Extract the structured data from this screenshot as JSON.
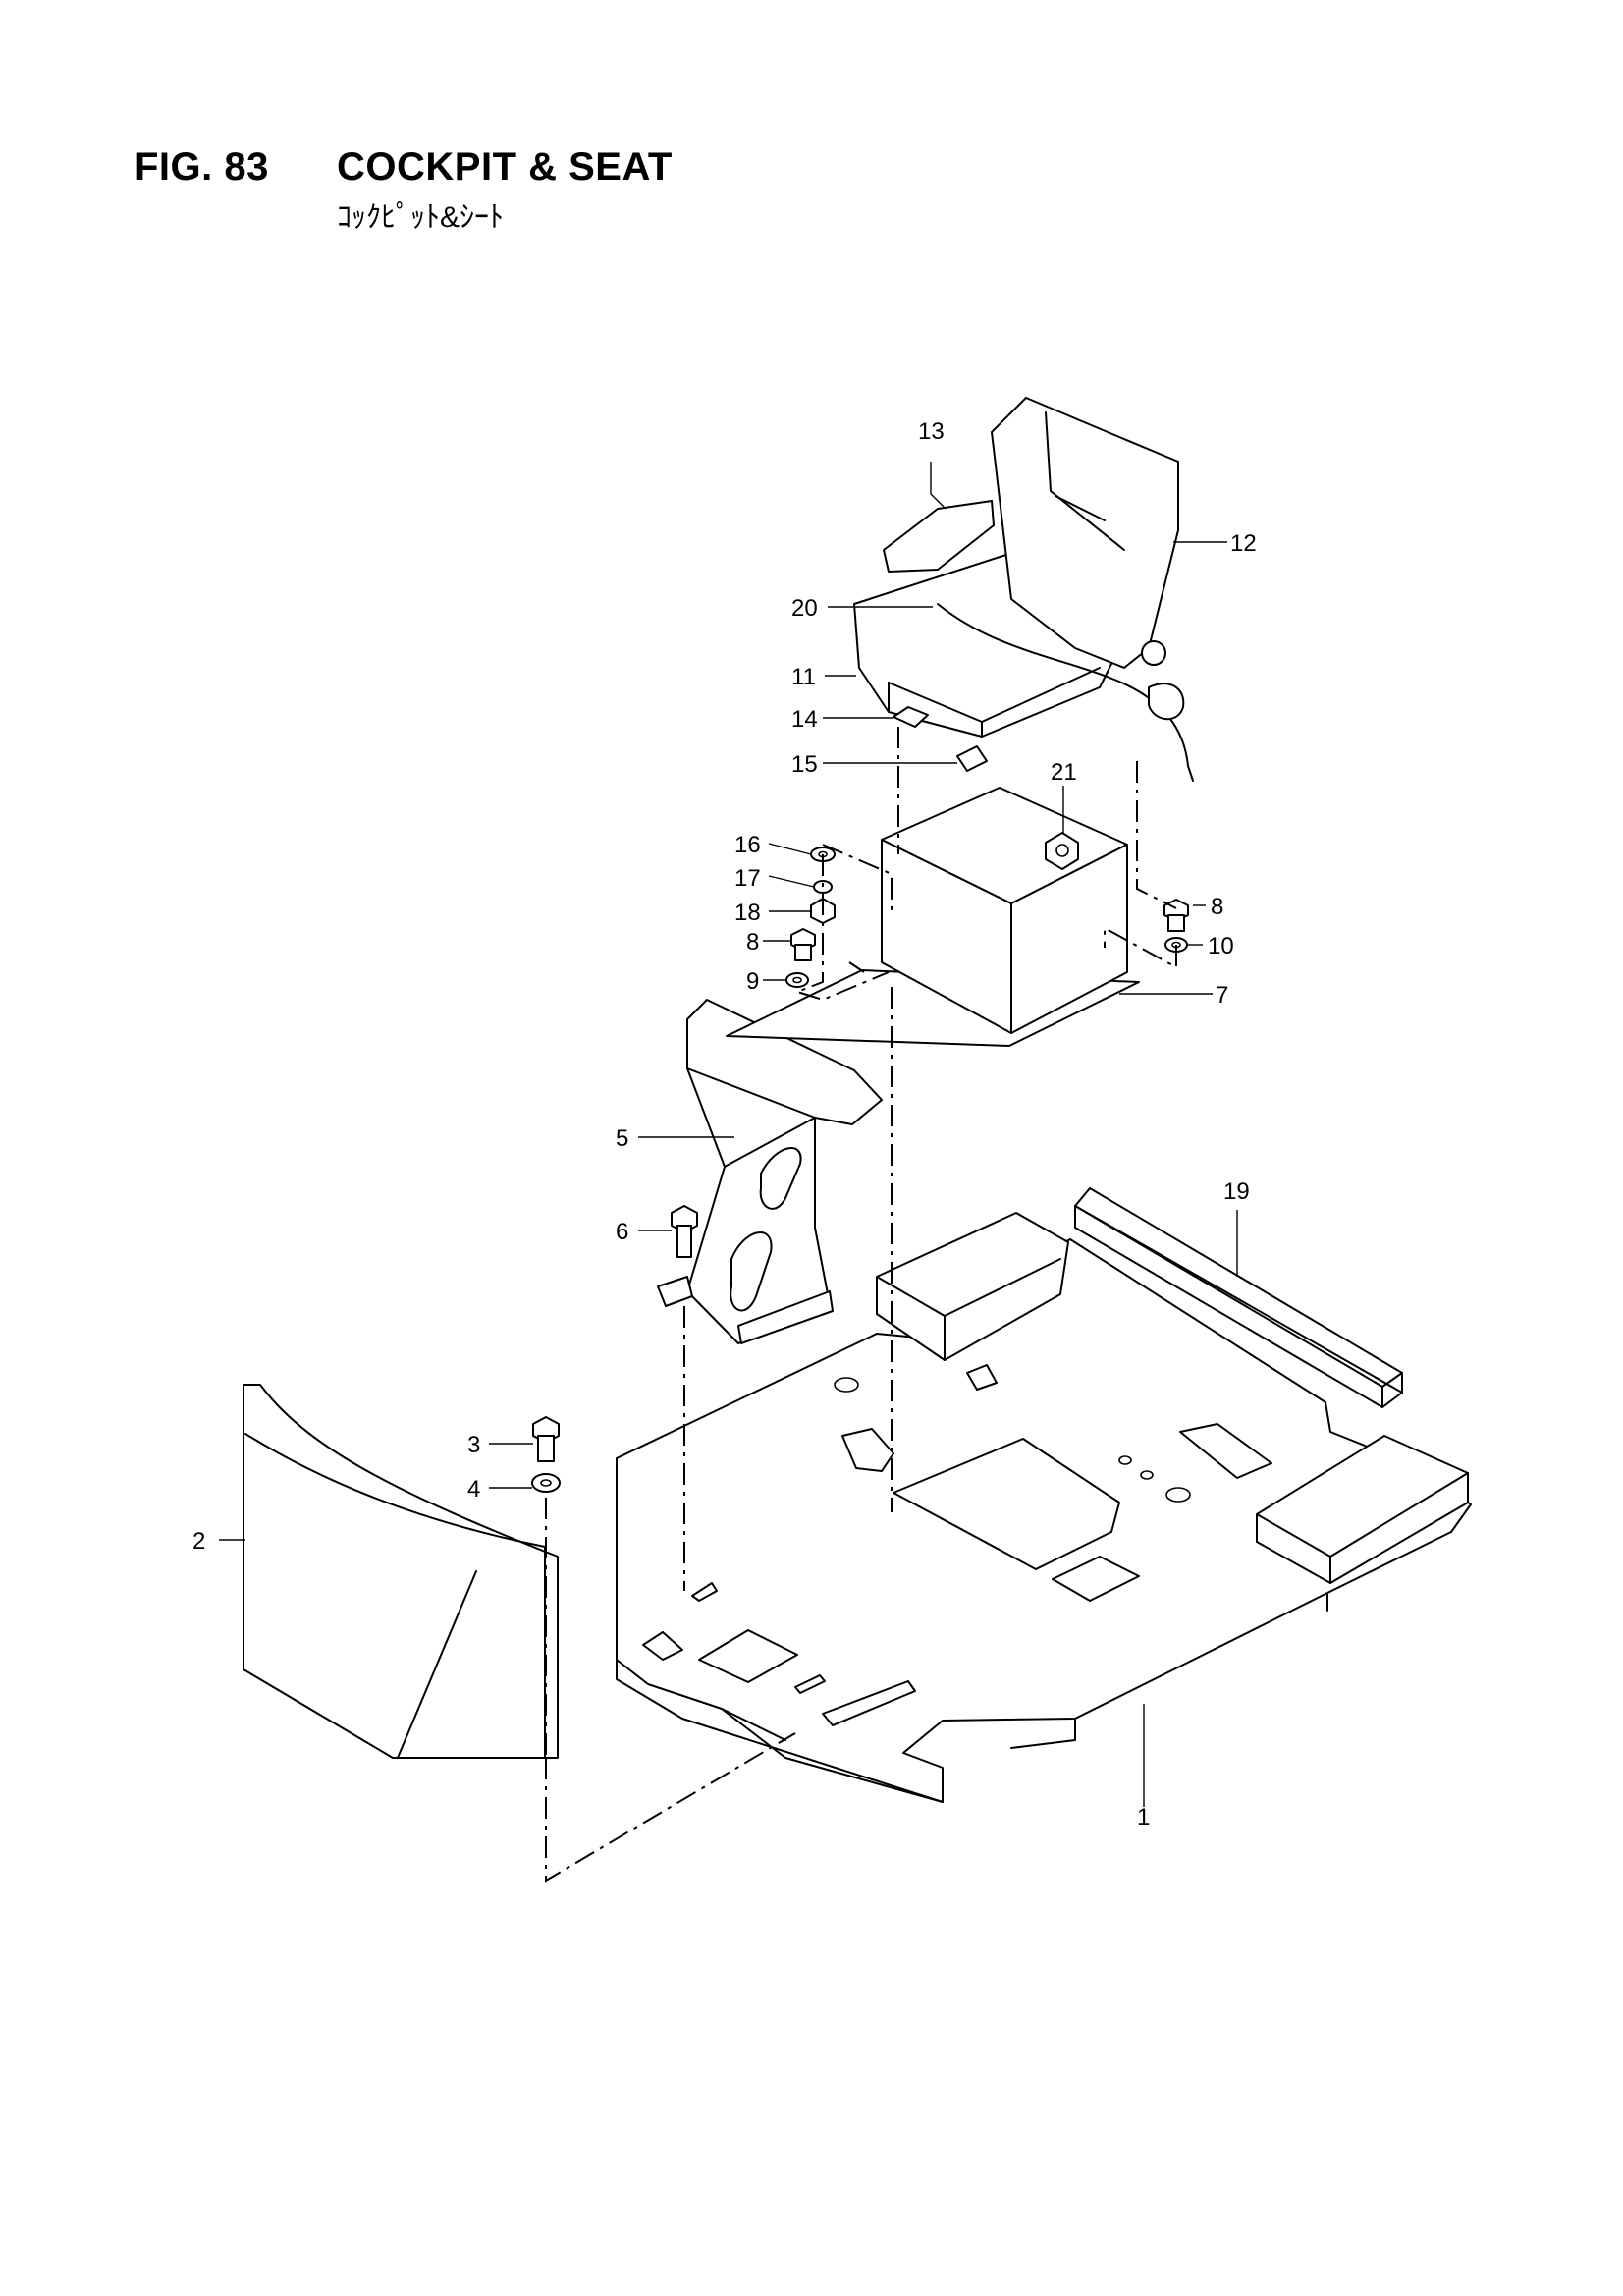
{
  "header": {
    "figure_number": "FIG. 83",
    "title": "COCKPIT & SEAT",
    "subtitle": "ｺｯｸﾋﾟｯﾄ&ｼｰﾄ"
  },
  "callouts": {
    "c1": "1",
    "c2": "2",
    "c3": "3",
    "c4": "4",
    "c5": "5",
    "c6": "6",
    "c7": "7",
    "c8a": "8",
    "c8b": "8",
    "c9": "9",
    "c10": "10",
    "c11": "11",
    "c12": "12",
    "c13": "13",
    "c14": "14",
    "c15": "15",
    "c16": "16",
    "c17": "17",
    "c18": "18",
    "c19": "19",
    "c20": "20",
    "c21": "21"
  }
}
